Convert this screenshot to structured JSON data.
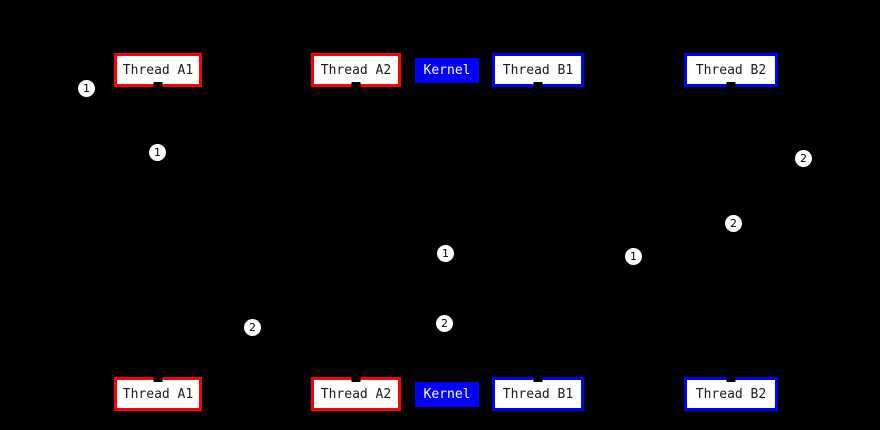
{
  "diagram": {
    "background_color": "#000000",
    "colors": {
      "thread_a_border": "#ff0000",
      "thread_b_border": "#0000ff",
      "kernel_fill": "#0000ff",
      "box_fill": "#ffffff",
      "box_text": "#000000",
      "kernel_text": "#ffffff",
      "marker_fill": "#ffffff",
      "marker_text": "#000000"
    },
    "entities": {
      "thread_a1": "Thread A1",
      "thread_a2": "Thread A2",
      "kernel": "Kernel",
      "thread_b1": "Thread B1",
      "thread_b2": "Thread B2"
    },
    "markers": [
      "1",
      "1",
      "2",
      "2",
      "1",
      "1",
      "2",
      "2"
    ]
  }
}
